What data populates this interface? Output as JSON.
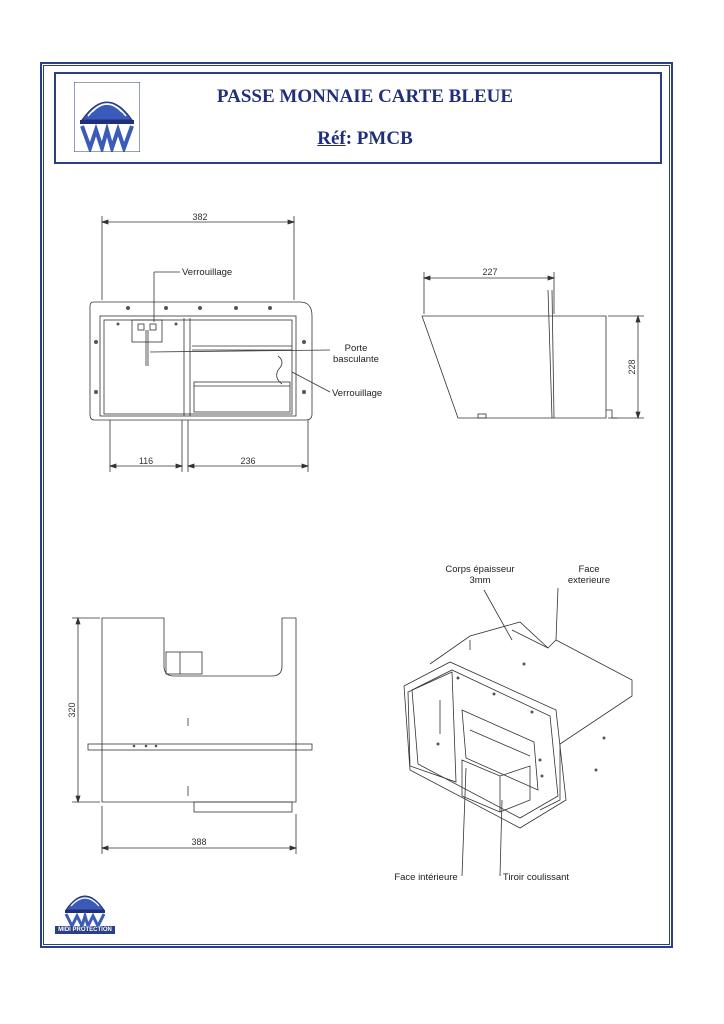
{
  "header": {
    "title": "PASSE MONNAIE CARTE BLEUE",
    "ref_key": "Réf",
    "ref_value": ": PMCB"
  },
  "front_view": {
    "dim_width": "382",
    "dim_left": "116",
    "dim_right": "236",
    "callout_lock_top": "Verrouillage",
    "callout_door_line1": "Porte",
    "callout_door_line2": "basculante",
    "callout_lock_right": "Verrouillage"
  },
  "side_view": {
    "dim_depth": "227",
    "dim_height": "228"
  },
  "top_view": {
    "dim_length": "320",
    "dim_width": "388"
  },
  "iso_view": {
    "callout_body_line1": "Corps épaisseur",
    "callout_body_line2": "3mm",
    "callout_outer_line1": "Face",
    "callout_outer_line2": "exterieure",
    "callout_inner": "Face intérieure",
    "callout_drawer": "Tiroir coulissant"
  },
  "logo": {
    "brand": "MIDI PROTECTION"
  },
  "colors": {
    "frame": "#2a3f86",
    "title": "#1f2f7a",
    "line": "#333333"
  }
}
